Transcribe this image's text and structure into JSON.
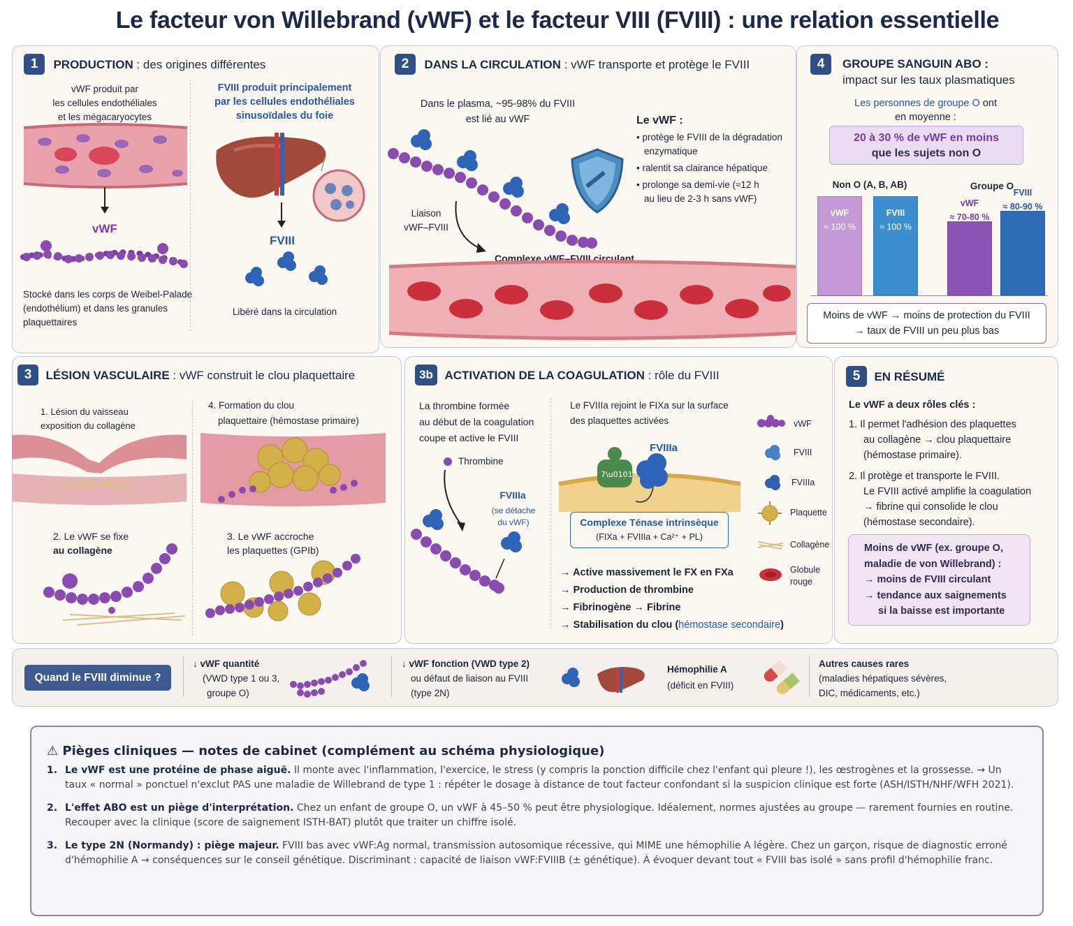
{
  "title": "Le facteur von Willebrand (vWF) et le facteur VIII (FVIII) : une relation essentielle",
  "p1": {
    "num": "1",
    "heading_bold": "PRODUCTION",
    "heading_rest": " : des origines différentes",
    "vwf_source_1": "vWF produit par",
    "vwf_source_2": "les cellules endothéliales",
    "vwf_source_3": "et les mégacaryocytes",
    "vwf_label": "vWF",
    "vwf_store_1": "Stocké dans les corps de Weibel-Palade",
    "vwf_store_2": "(endothélium) et dans les granules",
    "vwf_store_3": "plaquettaires",
    "fviii_source_1": "FVIII produit principalement",
    "fviii_source_2": "par les cellules endothéliales",
    "fviii_source_3": "sinusoïdales du foie",
    "fviii_label": "FVIII",
    "fviii_release": "Libéré dans la circulation"
  },
  "p2": {
    "num": "2",
    "heading_bold": "DANS LA CIRCULATION",
    "heading_rest": " : vWF transporte et protège le FVIII",
    "plasma_1": "Dans le plasma, ~95-98% du FVIII",
    "plasma_2": "est lié au vWF",
    "liaison_1": "Liaison",
    "liaison_2": "vWF–FVIII",
    "complex": "Complexe vWF–FVIII circulant",
    "role_title": "Le vWF :",
    "role_1a": "• protège le FVIII de la dégradation",
    "role_1b": "enzymatique",
    "role_2": "• ralentit sa clairance hépatique",
    "role_3a": "• prolonge sa demi-vie (≈12 h",
    "role_3b": "au lieu de 2-3 h sans vWF)"
  },
  "p4": {
    "num": "4",
    "heading_1": "GROUPE SANGUIN ABO :",
    "heading_2": "impact sur les taux plasmatiques",
    "intro_1": "Les personnes de groupe O",
    "intro_1b": " ont",
    "intro_2": "en moyenne :",
    "chip_1": "20 à 30 % de vWF en moins",
    "chip_2": "que les sujets non O",
    "conclusion_1": "Moins de vWF → moins de protection du FVIII",
    "conclusion_2": "→ taux de FVIII un peu plus bas"
  },
  "chart_data": {
    "type": "bar",
    "groups": [
      "Non O (A, B, AB)",
      "Groupe O"
    ],
    "series": [
      {
        "name": "vWF",
        "labels": [
          "≈ 100 %",
          "≈ 70-80 %"
        ],
        "values": [
          100,
          75
        ],
        "color": "#c49ad6"
      },
      {
        "name": "FVIII",
        "labels": [
          "≈ 100 %",
          "≈ 80-90 %"
        ],
        "values": [
          100,
          85
        ],
        "color": "#3c8fcf"
      }
    ],
    "group_o_colors": [
      "#8a55b4",
      "#2f6cb8"
    ],
    "ylim": [
      0,
      100
    ]
  },
  "p3": {
    "num": "3",
    "heading_bold": "LÉSION VASCULAIRE",
    "heading_rest": " : vWF construit le clou plaquettaire",
    "step1_1": "1. Lésion du vaisseau",
    "step1_2": "exposition du collagène",
    "step2_1": "2. Le vWF se fixe",
    "step2_2": "au collagène",
    "step3_1": "3. Le vWF accroche",
    "step3_2": "les plaquettes (GPIb)",
    "step4_1": "4. Formation du clou",
    "step4_2": "plaquettaire (hémostase primaire)"
  },
  "p3b": {
    "num": "3b",
    "heading_bold": "ACTIVATION DE LA COAGULATION",
    "heading_rest": " : rôle du FVIII",
    "thrombin_1": "La thrombine formée",
    "thrombin_2": "au début de la coagulation",
    "thrombin_3": "coupe et active le FVIII",
    "thrombin_label": "Thrombine",
    "fviiia_label": "FVIIIa",
    "fviiia_detach_1": "(se détache",
    "fviiia_detach_2": "du vWF)",
    "join_1": "Le FVIIIa rejoint le FIXa sur la surface",
    "join_2": "des plaquettes activées",
    "membrane_fviiia": "FVIIIa",
    "fixa_mark": "7\\u0101an",
    "tenase_1": "Complexe Ténase intrinsèque",
    "tenase_2": "(FIXa + FVIIIa + Ca²⁺ + PL)",
    "effect_1": "→ Active massivement le FX en FXa",
    "effect_2": "→ Production de thrombine",
    "effect_3": "→ Fibrinogène → Fibrine",
    "effect_4": "→ Stabilisation du clou (",
    "effect_4b": "hémostase secondaire",
    "effect_4c": ")",
    "legend": [
      "vWF",
      "FVIII",
      "FVIIIa",
      "Plaquette",
      "Collagène",
      "Globule",
      "rouge"
    ]
  },
  "p5": {
    "num": "5",
    "heading": "EN RÉSUMÉ",
    "intro": "Le vWF a deux rôles clés :",
    "r1_1": "1.  Il permet l'adhésion des plaquettes",
    "r1_2": "au collagène → clou plaquettaire",
    "r1_3": "(hémostase primaire).",
    "r2_1": "2.  Il protège et transporte le FVIII.",
    "r2_2": "Le FVIII activé amplifie la coagulation",
    "r2_3": "→ fibrine qui consolide le clou",
    "r2_4": "(hémostase secondaire).",
    "box_1": "Moins de vWF (ex. groupe O,",
    "box_2": "maladie de von Willebrand) :",
    "box_3": "→ moins de FVIII circulant",
    "box_4": "→ tendance aux saignements",
    "box_5": "si la baisse est importante"
  },
  "footer": {
    "button": "Quand le FVIII diminue ?",
    "c1_1": "↓ vWF quantité",
    "c1_2": "(VWD type 1 ou 3,",
    "c1_3": "groupe O)",
    "c2_1": "↓ vWF fonction (VWD type 2)",
    "c2_2": "ou défaut de liaison au FVIII",
    "c2_3": "(type 2N)",
    "c3_1": "Hémophilie A",
    "c3_2": "(déficit en FVIII)",
    "c4_1": "Autres causes rares",
    "c4_2": "(maladies hépatiques sévères,",
    "c4_3": "DIC, médicaments, etc.)"
  },
  "notes": {
    "heading": "⚠  Pièges cliniques — notes de cabinet (complément au schéma physiologique)",
    "items": [
      {
        "n": "1.",
        "bold": "Le vWF est une protéine de phase aiguë.",
        "text": " Il monte avec l'inflammation, l'exercice, le stress (y compris la ponction difficile chez l'enfant qui pleure !), les œstrogènes et la grossesse. → Un taux « normal » ponctuel n'exclut PAS une maladie de Willebrand de type 1 : répéter le dosage à distance de tout facteur confondant si la suspicion clinique est forte (ASH/ISTH/NHF/WFH 2021)."
      },
      {
        "n": "2.",
        "bold": "L'effet ABO est un piège d'interprétation.",
        "text": " Chez un enfant de groupe O, un vWF à 45–50 % peut être physiologique. Idéalement, normes ajustées au groupe — rarement fournies en routine. Recouper avec la clinique (score de saignement ISTH-BAT) plutôt que traiter un chiffre isolé."
      },
      {
        "n": "3.",
        "bold": "Le type 2N (Normandy) : piège majeur.",
        "text": " FVIII bas avec vWF:Ag normal, transmission autosomique récessive, qui MIME une hémophilie A légère. Chez un garçon, risque de diagnostic erroné d'hémophilie A → conséquences sur le conseil génétique. Discriminant : capacité de liaison vWF:FVIIIB (± génétique). À évoquer devant tout « FVIII bas isolé » sans profil d'hémophilie franc."
      }
    ]
  }
}
